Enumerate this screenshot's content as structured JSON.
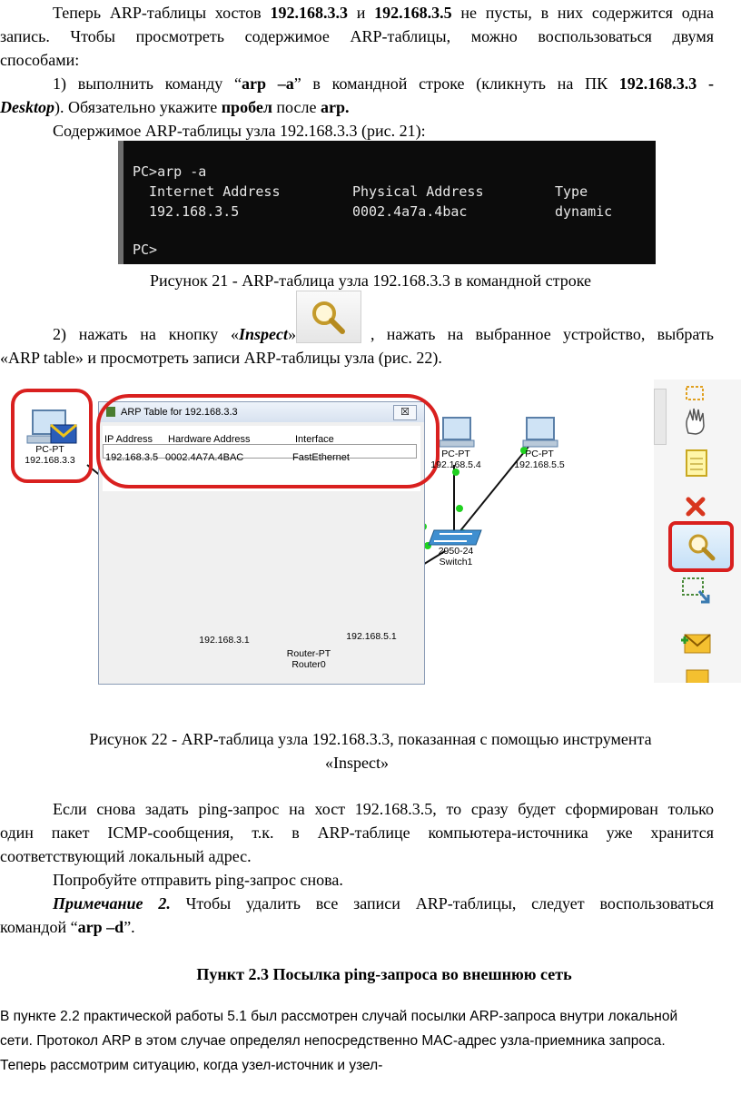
{
  "para1": {
    "t1": "Теперь ARP-таблицы хостов ",
    "ip1": "192.168.3.3",
    "t2": " и ",
    "ip2": "192.168.3.5",
    "t3": " не пусты, в них содержится одна",
    "line2": "запись. Чтобы просмотреть содержимое ARP-таблицы, можно воспользоваться двумя",
    "line3": "способами:"
  },
  "method1": {
    "t1": "1) выполнить команду “",
    "cmd": "arp –a",
    "t2": "” в командной строке (кликнуть на ПК ",
    "pc": "192.168.3.3 -",
    "desktop": "Desktop",
    "t3": "). Обязательно укажите ",
    "space": "пробел",
    "t4": " после ",
    "arp": "arp."
  },
  "contents_line": "Содержимое ARP-таблицы узла 192.168.3.3 (рис. 21):",
  "console": {
    "prompt_cmd": "PC>arp -a",
    "hdr_internet": "Internet Address",
    "hdr_physical": "Physical Address",
    "hdr_type": "Type",
    "row_ip": "192.168.3.5",
    "row_mac": "0002.4a7a.4bac",
    "row_type": "dynamic",
    "prompt": "PC>"
  },
  "caption21": "Рисунок 21 -  ARP-таблица узла 192.168.3.3 в командной строке",
  "method2": {
    "t1": "2) нажать на кнопку «",
    "inspect": "Inspect",
    "t2": "»",
    "t3": ", нажать на выбранное устройство, выбрать",
    "line2": "«ARP table» и просмотреть записи ARP-таблицы узла (рис. 22)."
  },
  "fig22": {
    "window_title": "ARP Table for 192.168.3.3",
    "col_ip": "IP Address",
    "col_hw": "Hardware Address",
    "col_if": "Interface",
    "row_ip": "192.168.3.5",
    "row_hw": "0002.4A7A.4BAC",
    "row_if": "FastEthernet",
    "close": "☒",
    "pc1_type": "PC-PT",
    "pc1_ip": "192.168.3.3",
    "pc2_type": "PC-PT",
    "pc2_ip": "192.168.5.4",
    "pc3_type": "PC-PT",
    "pc3_ip": "192.168.5.5",
    "switch_model": "2950-24",
    "switch_name": "Switch1",
    "router_model": "Router-PT",
    "router_name": "Router0",
    "router_left_ip": "192.168.3.1",
    "router_right_ip": "192.168.5.1"
  },
  "caption22_l1": "Рисунок 22 - ARP-таблица узла 192.168.3.3, показанная с помощью инструмента",
  "caption22_l2": "«Inspect»",
  "para_ping": {
    "line1": "Если снова задать ping-запрос на хост 192.168.3.5, то сразу будет сформирован только",
    "line2": "один пакет ICMP-сообщения, т.к. в ARP-таблице компьютера-источника уже хранится",
    "line3": "соответствующий локальный адрес."
  },
  "try_again": "Попробуйте отправить ping-запрос снова.",
  "note": {
    "label": "Примечание 2.",
    "t1": " Чтобы удалить все записи ARP-таблицы, следует воспользоваться",
    "t2": "командой “",
    "cmd": "arp –d",
    "t3": "”."
  },
  "heading": "Пункт 2.3 Посылка ping-запроса во внешнюю сеть",
  "bottom": {
    "line1": "В пункте 2.2 практической работы 5.1 был рассмотрен случай посылки ARP-запроса внутри локальной",
    "line2": "сети. Протокол ARP в этом случае определял непосредственно MAC-адрес узла-приемника запроса.",
    "line3": "Теперь рассмотрим ситуацию, когда узел-источник и узел-"
  },
  "colors": {
    "highlight": "#d9201f",
    "console_bg": "#0c0c0c",
    "link_green": "#1fd11f"
  }
}
